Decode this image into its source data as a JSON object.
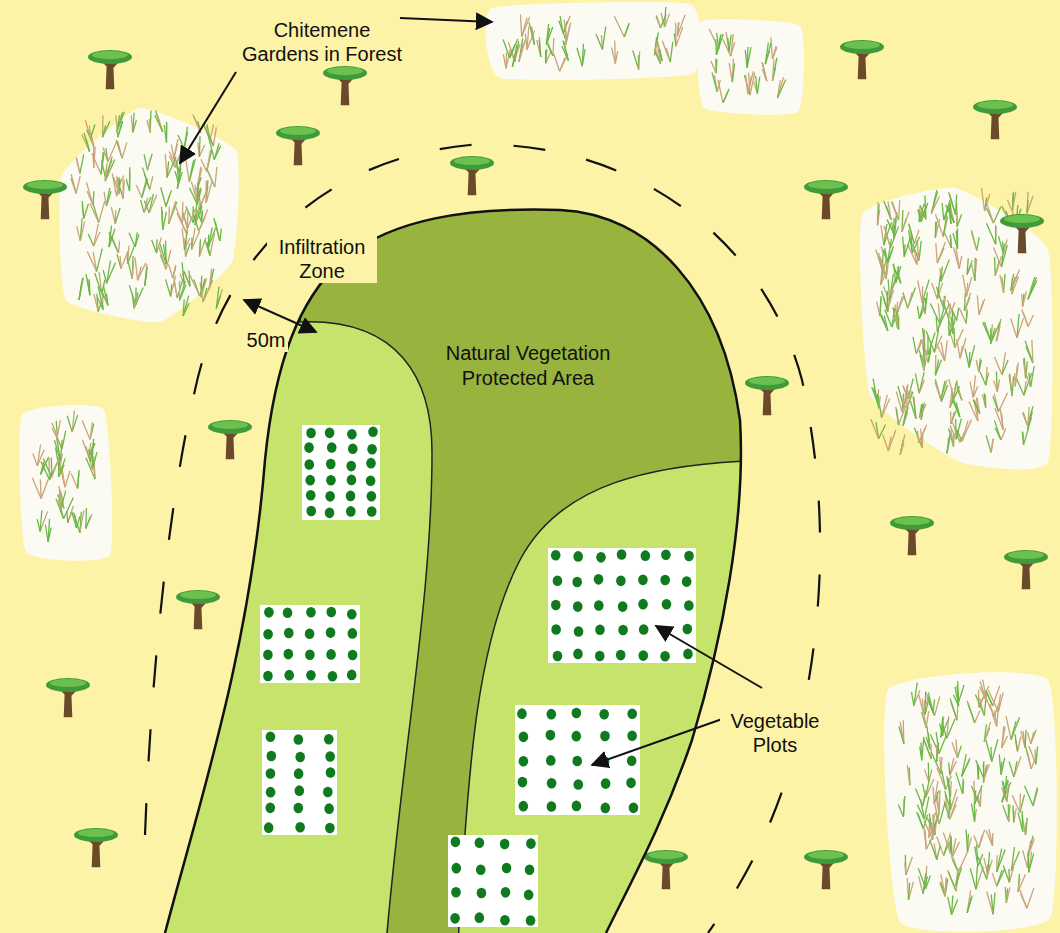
{
  "diagram": {
    "nodes": [
      {
        "text": [
          "Natural Vegetation Protected Area"
        ]
      }
    ],
    "labels": [
      "Chitemene Gardens in Forest",
      "Infiltration Zone",
      "50m",
      "Vegetable Plots"
    ]
  }
}
